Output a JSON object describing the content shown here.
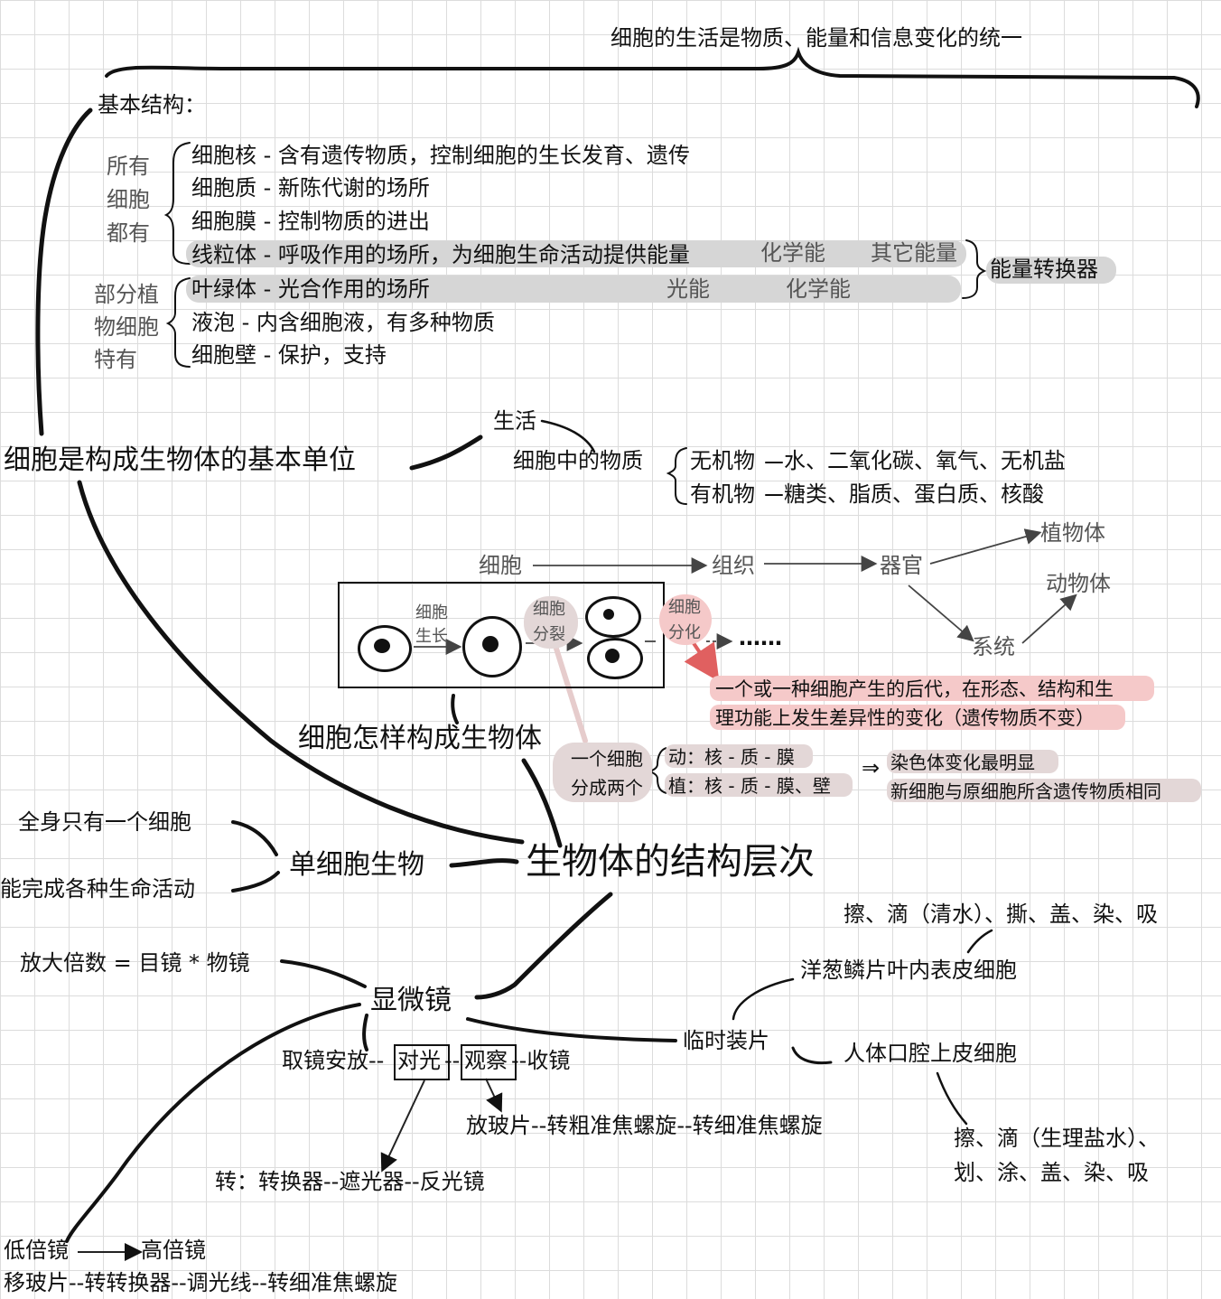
{
  "top": {
    "unity": "细胞的生活是物质、能量和信息变化的统一"
  },
  "structure": {
    "title": "基本结构：",
    "all_cells_label": [
      "所有",
      "细胞",
      "都有"
    ],
    "plant_only_label": [
      "部分植",
      "物细胞",
      "特有"
    ],
    "items": [
      "细胞核 - 含有遗传物质，控制细胞的生长发育、遗传",
      "细胞质 - 新陈代谢的场所",
      "细胞膜 - 控制物质的进出",
      "线粒体 - 呼吸作用的场所，为细胞生命活动提供能量",
      "叶绿体 - 光合作用的场所",
      "液泡 - 内含细胞液，有多种物质",
      "细胞壁 - 保护，支持"
    ],
    "mito_energy_from": "化学能",
    "mito_energy_to": "其它能量",
    "chloro_energy_from": "光能",
    "chloro_energy_to": "化学能",
    "converter": "能量转换器"
  },
  "cell_unit": {
    "title": "细胞是构成生物体的基本单位",
    "life": "生活",
    "substances": "细胞中的物质",
    "inorganic": "无机物",
    "inorganic_list": "水、二氧化碳、氧气、无机盐",
    "organic": "有机物",
    "organic_list": "糖类、脂质、蛋白质、核酸"
  },
  "hierarchy": {
    "cell": "细胞",
    "tissue": "组织",
    "organ": "器官",
    "plant": "植物体",
    "animal": "动物体",
    "system": "系统"
  },
  "process": {
    "growth": [
      "细胞",
      "生长"
    ],
    "division": [
      "细胞",
      "分裂"
    ],
    "differentiation": [
      "细胞",
      "分化"
    ],
    "dots": "……",
    "diff_def_1": "一个或一种细胞产生的后代，在形态、结构和生",
    "diff_def_2": "理功能上发生差异性的变化（遗传物质不变）",
    "how_title": "细胞怎样构成生物体",
    "split_1": "一个细胞",
    "split_2": "分成两个",
    "animal_split": "动：核 - 质 - 膜",
    "plant_split": "植：核 - 质 - 膜、壁",
    "implies": "⇒",
    "chromo": "染色体变化最明显",
    "same_genetic": "新细胞与原细胞所含遗传物质相同"
  },
  "center": {
    "title": "生物体的结构层次"
  },
  "unicellular": {
    "title": "单细胞生物",
    "one_cell": "全身只有一个细胞",
    "all_life": "能完成各种生命活动"
  },
  "microscope": {
    "title": "显微镜",
    "magnification": "放大倍数 = 目镜 * 物镜",
    "steps_1": "取镜安放--",
    "steps_light": "对光",
    "steps_sep": "--",
    "steps_observe": "观察",
    "steps_3": "--收镜",
    "observe_detail": "放玻片--转粗准焦螺旋--转细准焦螺旋",
    "light_detail": "转：转换器--遮光器--反光镜",
    "low": "低倍镜",
    "high": "高倍镜",
    "low_high_detail": "移玻片--转转换器--调光线--转细准焦螺旋"
  },
  "slide": {
    "title": "临时装片",
    "onion": "洋葱鳞片叶内表皮细胞",
    "onion_steps": "擦、滴（清水）、撕、盖、染、吸",
    "cheek": "人体口腔上皮细胞",
    "cheek_steps_1": "擦、滴（生理盐水）、",
    "cheek_steps_2": "划、涂、盖、染、吸"
  }
}
